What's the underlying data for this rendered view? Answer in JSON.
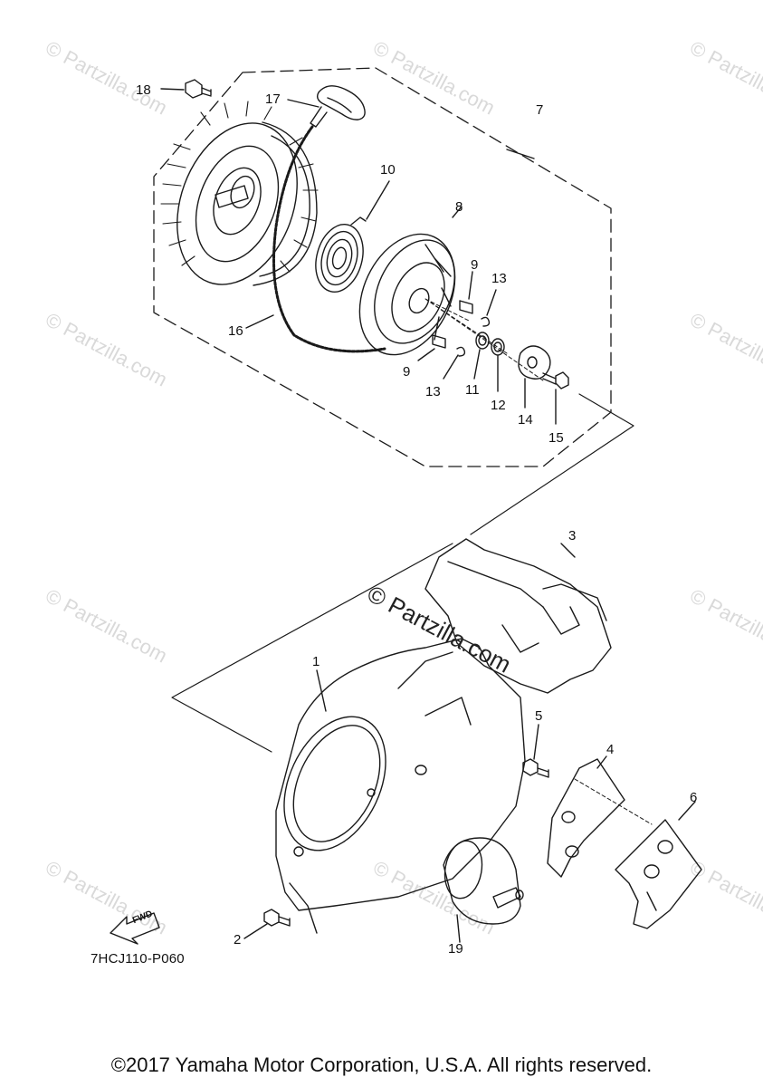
{
  "watermark": {
    "main_text": "© Partzilla.com",
    "faint_text": "© Partzilla.com"
  },
  "callouts": {
    "p1": "1",
    "p2": "2",
    "p3": "3",
    "p4": "4",
    "p5": "5",
    "p6": "6",
    "p7": "7",
    "p8": "8",
    "p9a": "9",
    "p9b": "9",
    "p10": "10",
    "p11": "11",
    "p12": "12",
    "p13a": "13",
    "p13b": "13",
    "p14": "14",
    "p15": "15",
    "p16": "16",
    "p17": "17",
    "p18": "18",
    "p19": "19"
  },
  "direction_arrow_label": "FWD",
  "diagram_code": "7HCJ110-P060",
  "copyright": "©2017 Yamaha Motor Corporation, U.S.A. All rights reserved.",
  "colors": {
    "line": "#1a1a1a",
    "watermark": "#d9d9d9",
    "background": "#ffffff"
  }
}
